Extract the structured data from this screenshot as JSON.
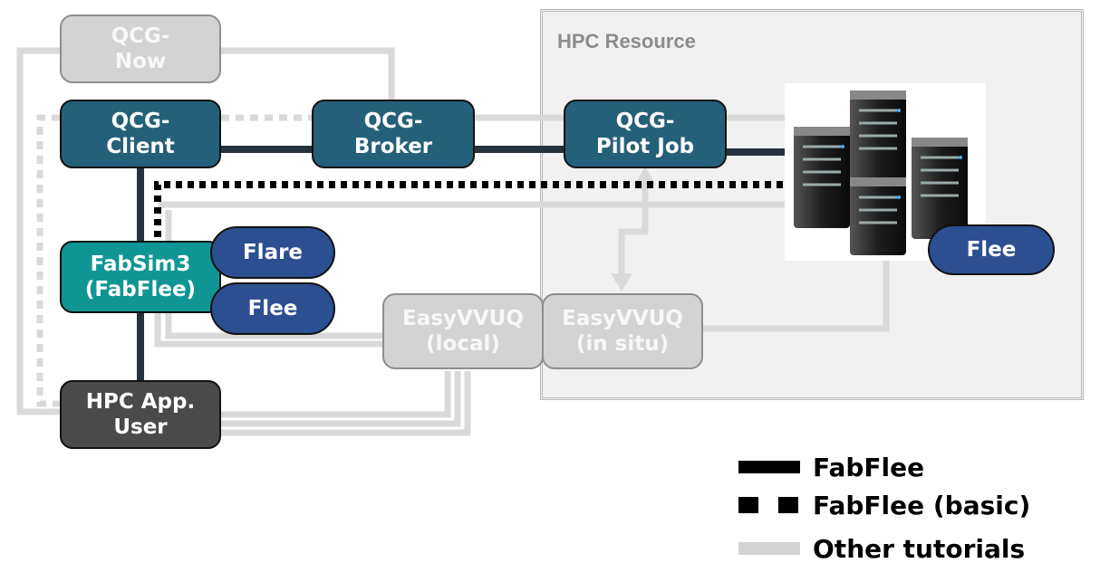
{
  "diagram": {
    "region": {
      "label": "HPC Resource"
    },
    "nodes": {
      "qcg_now": "QCG-\nNow",
      "qcg_client": "QCG-\nClient",
      "qcg_broker": "QCG-\nBroker",
      "qcg_pilot": "QCG-\nPilot Job",
      "fabsim": "FabSim3\n(FabFlee)",
      "flare": "Flare",
      "flee_local": "Flee",
      "flee_remote": "Flee",
      "easyvvuq_local": "EasyVVUQ\n(local)",
      "easyvvuq_insitu": "EasyVVUQ\n(in situ)",
      "hpc_user": "HPC App.\nUser"
    },
    "server_icon": "server-rack-icon"
  },
  "legend": {
    "items": [
      {
        "label": "FabFlee",
        "style": "solid",
        "color": "#000000"
      },
      {
        "label": "FabFlee (basic)",
        "style": "dotted",
        "color": "#000000"
      },
      {
        "label": "Other tutorials",
        "style": "solid",
        "color": "#d3d3d3"
      }
    ]
  },
  "colors": {
    "qcg_teal": "#25607a",
    "fabsim_green": "#109595",
    "flee_blue": "#2c4f92",
    "user_dark": "#4a4a4a",
    "inactive_gray": "#d3d3d3"
  }
}
